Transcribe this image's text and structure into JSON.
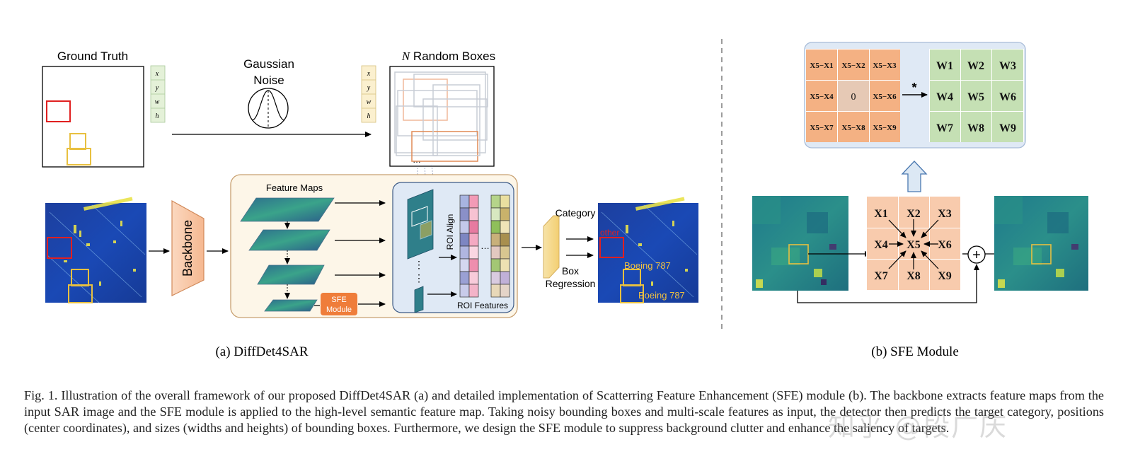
{
  "panel_a": {
    "ground_truth_label": "Ground Truth",
    "gt_coords": [
      "x",
      "y",
      "w",
      "h"
    ],
    "noise_label_line1": "Gaussian",
    "noise_label_line2": "Noise",
    "random_boxes_N": "N",
    "random_boxes_label": " Random Boxes",
    "random_coords": [
      "x",
      "y",
      "w",
      "h"
    ],
    "backbone_label": "Backbone",
    "feature_maps_label": "Feature Maps",
    "sfe_label_line1": "SFE",
    "sfe_label_line2": "Module",
    "roi_align_label": "ROI Align",
    "roi_features_label": "ROI Features",
    "category_label": "Category",
    "box_reg_line1": "Box",
    "box_reg_line2": "Regression",
    "det_label_other": "other",
    "det_label_1": "Boeing 787",
    "det_label_2": "Boeing 787",
    "subcaption": "(a) DiffDet4SAR"
  },
  "panel_b": {
    "diff_grid": [
      [
        "X5−X1",
        "X5−X2",
        "X5−X3"
      ],
      [
        "X5−X4",
        "0",
        "X5−X6"
      ],
      [
        "X5−X7",
        "X5−X8",
        "X5−X9"
      ]
    ],
    "conv_symbol": "*",
    "weight_grid": [
      [
        "W1",
        "W2",
        "W3"
      ],
      [
        "W4",
        "W5",
        "W6"
      ],
      [
        "W7",
        "W8",
        "W9"
      ]
    ],
    "x_grid": [
      [
        "X1",
        "X2",
        "X3"
      ],
      [
        "X4",
        "X5",
        "X6"
      ],
      [
        "X7",
        "X8",
        "X9"
      ]
    ],
    "sum_symbol": "+",
    "subcaption": "(b) SFE Module"
  },
  "caption": "Fig. 1.   Illustration of the overall framework of our proposed DiffDet4SAR (a) and detailed implementation of Scatterring Feature Enhancement (SFE) module (b). The backbone extracts feature maps from the input SAR image and the SFE module is applied to the high-level semantic feature map. Taking noisy bounding boxes and multi-scale features as input, the detector then predicts the target category, positions (center coordinates), and sizes (widths and heights) of bounding boxes. Furthermore, we design the SFE module to suppress background clutter and enhance the saliency of targets.",
  "watermark": "知乎 @段广庆",
  "colors": {
    "gt_red": "#e02020",
    "gt_yellow": "#e8c040",
    "coord_bg": "#e4f1d8",
    "coord_bg2": "#fbf0cf",
    "panel_bg": "#fdf6e8",
    "panel_border": "#c8a070",
    "roi_bg": "#dfe9f5",
    "sfe_orange": "#ef7d3a",
    "diff_cell": "#f4b183",
    "diff_center": "#e6c9b5",
    "weight_cell": "#c5e0b4",
    "x_cell": "#f8cbad",
    "sar_blue": "#1a3aa0"
  }
}
